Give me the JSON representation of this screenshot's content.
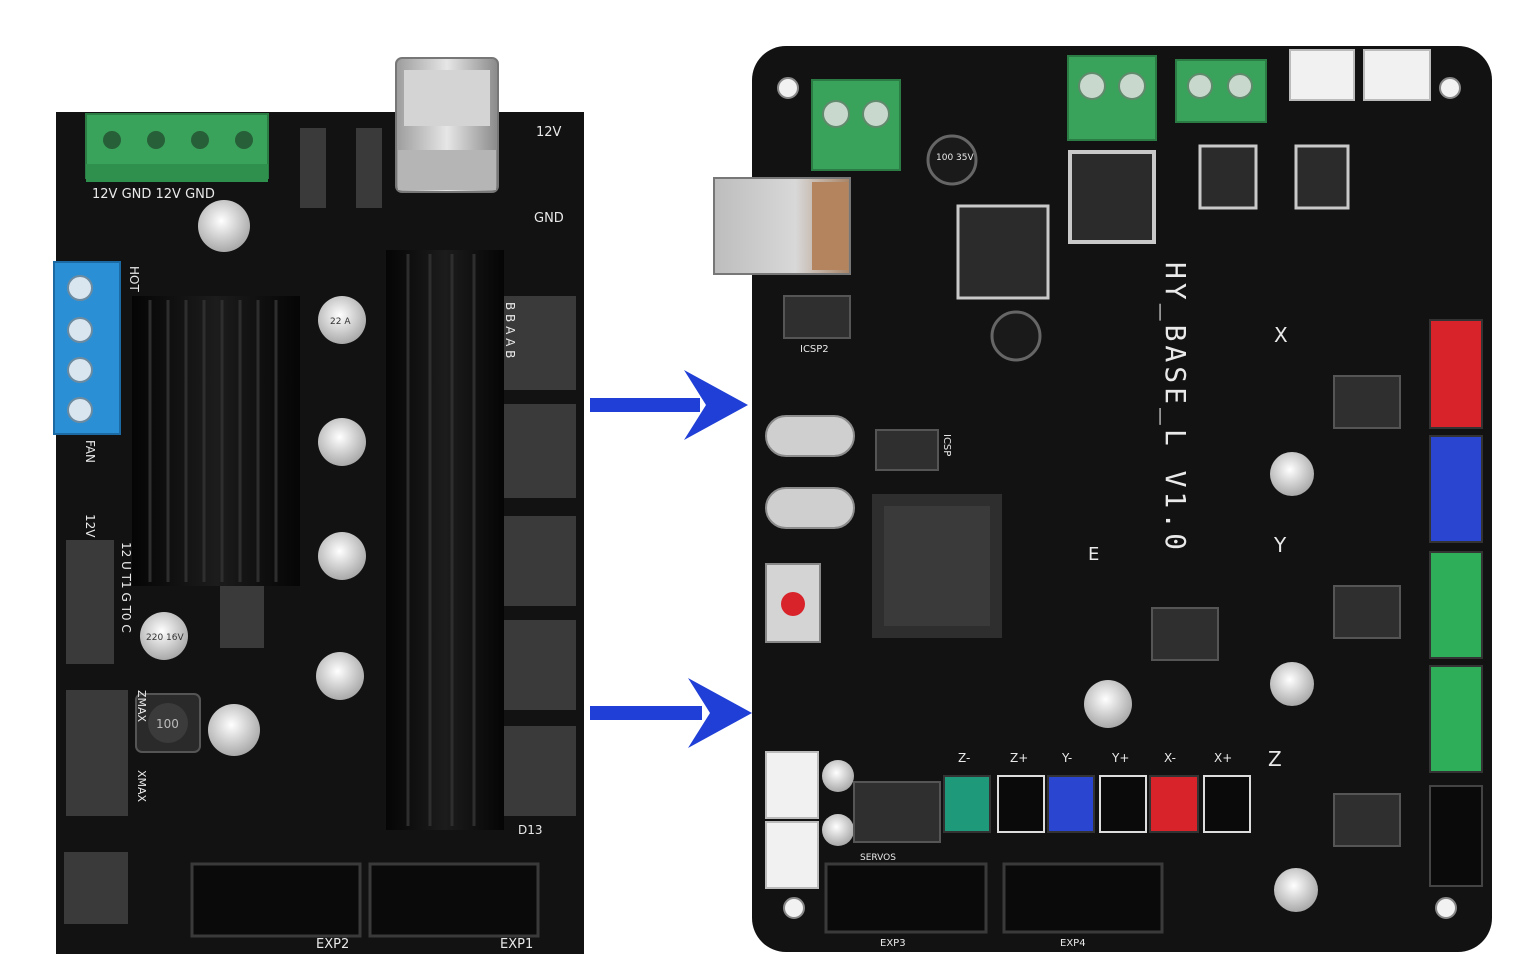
{
  "left_board": {
    "labels": {
      "v12_top": "12V",
      "gnd_right": "GND",
      "power_row": "12V  GND  12V  GND",
      "hot": "HOT",
      "fan": "FAN",
      "v12_left": "12V",
      "pins_col": "12 U T1 G T0 C",
      "cap_220_16v": "220 16V",
      "cap_22_a": "22 A",
      "inductor": "100",
      "d13": "D13",
      "exp2": "EXP2",
      "exp1": "EXP1",
      "zmax": "ZMAX",
      "xmax": "XMAX",
      "ba_col": "B B A A B"
    }
  },
  "right_board": {
    "labels": {
      "model": "HY_BASE_L V1.0",
      "cap_100_35v": "100 35V",
      "icsp": "ICSP2",
      "icsp1": "ICSP",
      "x_axis": "X",
      "y_axis": "Y",
      "z_axis": "Z",
      "e_axis": "E",
      "servos": "SERVOS",
      "exp3": "EXP3",
      "exp4": "EXP4",
      "endstops": [
        "Z-",
        "Z+",
        "Y-",
        "Y+",
        "X-",
        "X+"
      ]
    }
  },
  "colors": {
    "pcb": "#121212",
    "terminal_green": "#3aa35b",
    "terminal_blue": "#2b8fd6",
    "arrow_blue": "#1f3fd6",
    "connector_red": "#d8232a",
    "connector_blue": "#2a45d0",
    "connector_green": "#2fae5a",
    "connector_teal": "#1e9a7a",
    "connector_white": "#f1f1f1"
  },
  "arrows": [
    "arrow-upper",
    "arrow-lower"
  ]
}
